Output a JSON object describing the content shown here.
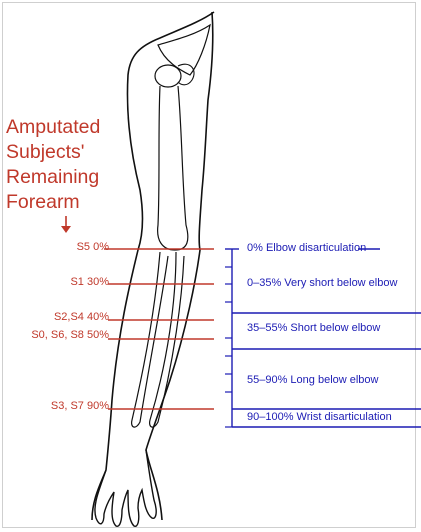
{
  "title_lines": [
    "Amputated",
    "Subjects'",
    "Remaining",
    "Forearm"
  ],
  "subjects": [
    {
      "label": "S5 0%"
    },
    {
      "label": "S1 30%"
    },
    {
      "label": "S2,S4 40%"
    },
    {
      "label": "S0, S6, S8 50%"
    },
    {
      "label": "S3, S7 90%"
    }
  ],
  "levels": [
    {
      "label": "0% Elbow disarticulation"
    },
    {
      "label": "0–35% Very short below elbow"
    },
    {
      "label": "35–55% Short below elbow"
    },
    {
      "label": "55–90% Long below elbow"
    },
    {
      "label": "90–100% Wrist disarticulation"
    }
  ],
  "colors": {
    "subject": "#c0392b",
    "level": "#1c1cb4",
    "outline": "#111111"
  }
}
